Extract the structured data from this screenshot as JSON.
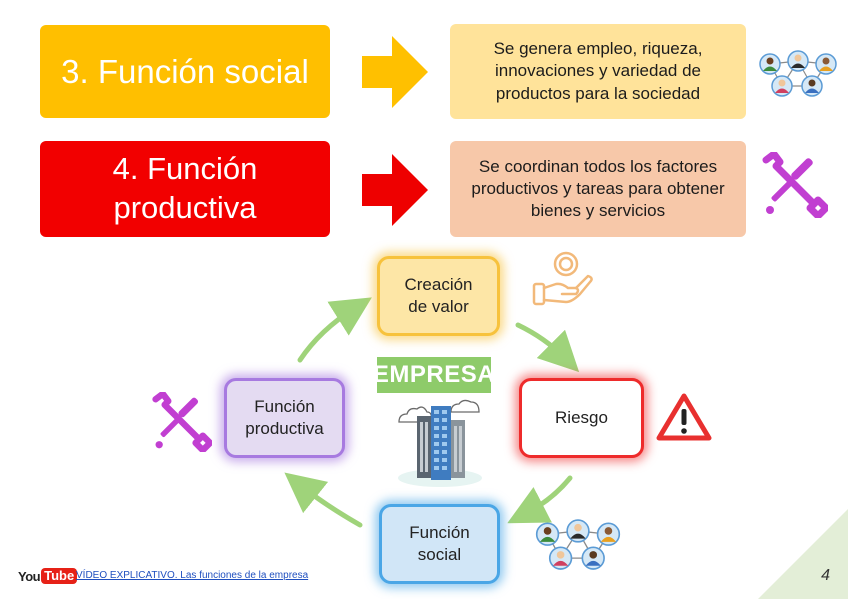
{
  "top": [
    {
      "title": "3. Función social",
      "description": "Se genera empleo, riqueza, innovaciones y variedad de productos para la sociedad",
      "title_color": "#ffbf00",
      "desc_color": "#ffe39a",
      "arrow_color": "#ffc000",
      "icon": "people-network-icon"
    },
    {
      "title": "4. Función productiva",
      "description": "Se coordinan todos los factores productivos y tareas para obtener bienes y servicios",
      "title_color": "#f20000",
      "desc_color": "#f7c8a9",
      "arrow_color": "#ee0000",
      "icon": "tools-icon"
    }
  ],
  "cycle": {
    "center_label": "EMPRESA",
    "center_label_color": "#8ecb6a",
    "arrow_color": "#9fd37a",
    "nodes": {
      "creacion": {
        "line1": "Creación",
        "line2": "de valor",
        "fill": "#fde6a6",
        "glow": "#f7c23c"
      },
      "riesgo": {
        "line1": "Riesgo",
        "fill": "#ffffff",
        "glow": "#ee2b2b"
      },
      "social": {
        "line1": "Función",
        "line2": "social",
        "fill": "#d1e6f7",
        "glow": "#4aa6e6"
      },
      "productiva": {
        "line1": "Función",
        "line2": "productiva",
        "fill": "#e4dbf2",
        "glow": "#a77ae0"
      }
    }
  },
  "footer": {
    "youtube_you": "You",
    "youtube_tube": "Tube",
    "link_text": "VÍDEO EXPLICATIVO. Las funciones de la empresa",
    "page_number": "4"
  }
}
